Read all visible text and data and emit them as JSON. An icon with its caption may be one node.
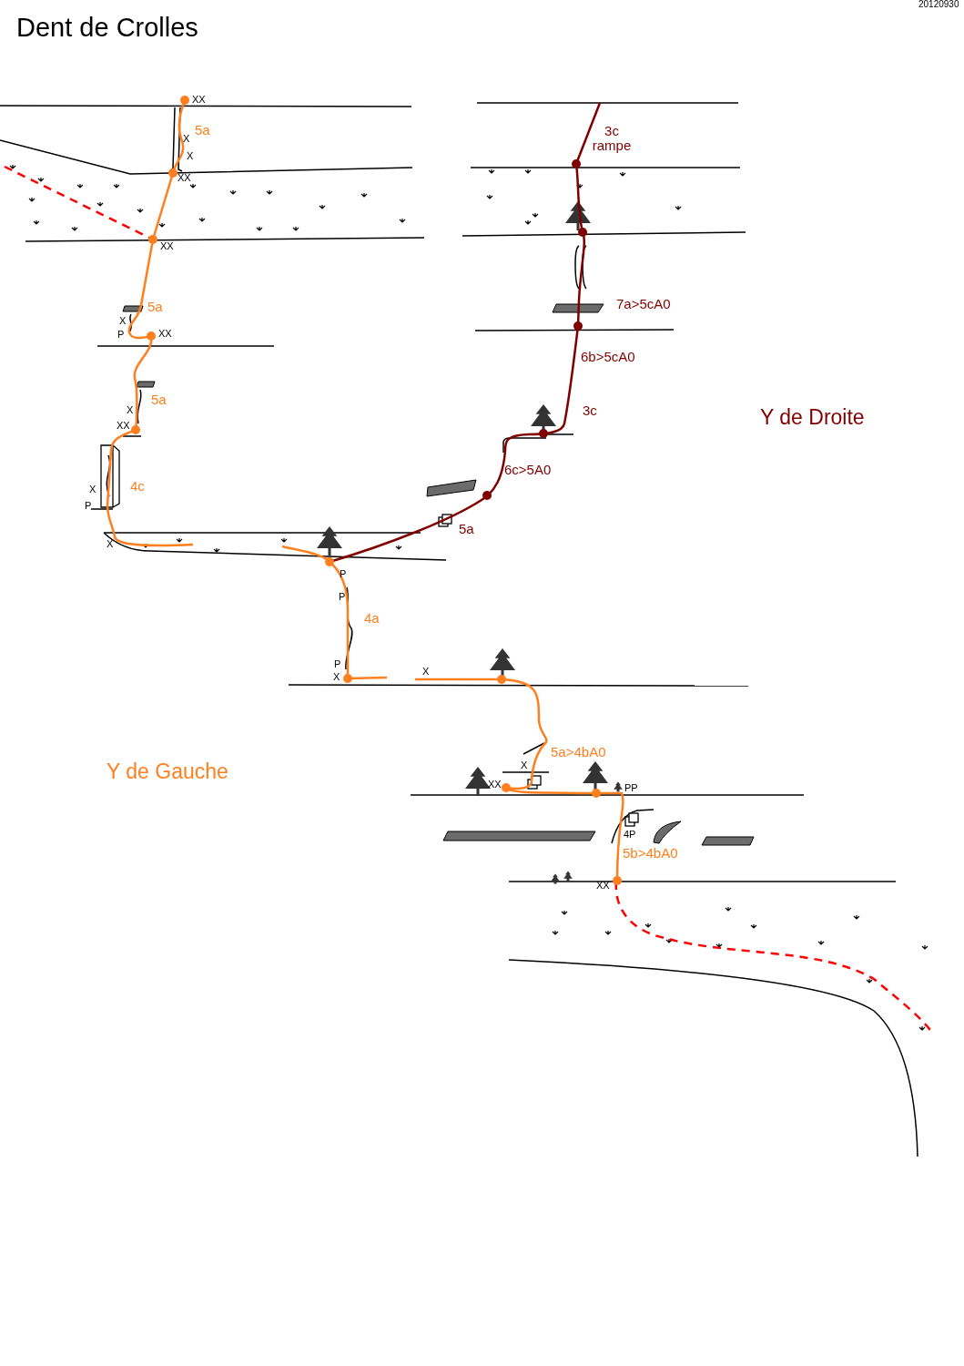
{
  "diagram": {
    "title": "Dent de Crolles",
    "labels": [
      "20120930",
      "XX",
      "5a",
      "3c rampe",
      "X",
      "X",
      "XX",
      "XX",
      "7a>5cA0",
      "5a",
      "X",
      "P",
      "XX",
      "6b>5cA0",
      "5a",
      "X",
      "3c",
      "Y de Droite",
      "XX",
      "6c>5A0",
      "4c",
      "X",
      "P",
      "5a",
      "X",
      "P",
      "P",
      "4a",
      "P",
      "X",
      "X",
      "5a>4bA0",
      "X",
      "Y de Gauche",
      "XX",
      "PP",
      "4P",
      "5b>4bA0",
      "XX"
    ]
  }
}
